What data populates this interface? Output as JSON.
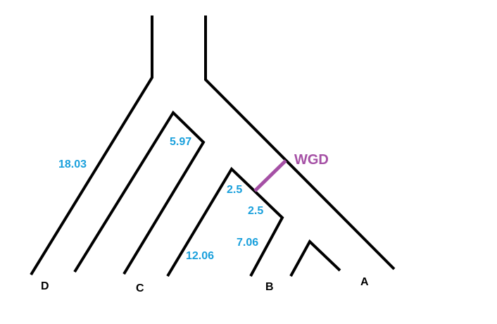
{
  "colors": {
    "edge": "#000000",
    "branch_length": "#1aa0dc",
    "wgd": "#a550a5",
    "background": "#ffffff"
  },
  "tips": {
    "d": "D",
    "c": "C",
    "b": "B",
    "a": "A"
  },
  "branch_lengths": {
    "d_branch": "18.03",
    "c_inner": "5.97",
    "node_upper": "2.5",
    "node_lower": "2.5",
    "b_branch": "7.06",
    "c_branch": "12.06"
  },
  "events": {
    "wgd_label": "WGD"
  }
}
